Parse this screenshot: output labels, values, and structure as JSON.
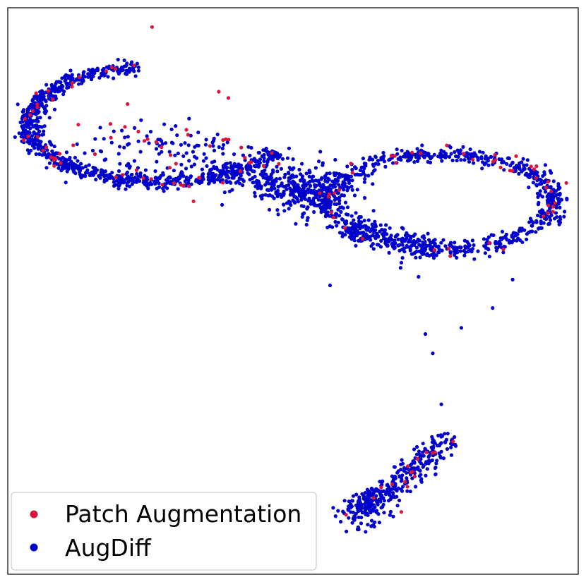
{
  "chart_data": {
    "type": "scatter",
    "title": "",
    "xlabel": "",
    "ylabel": "",
    "axes_ticks": "none",
    "grid": false,
    "xlim": [
      0,
      100
    ],
    "ylim": [
      0,
      100
    ],
    "legend": {
      "placement": "bottom-left",
      "entries": [
        {
          "label": "Patch Augmentation",
          "color": "#DC143C"
        },
        {
          "label": "AugDiff",
          "color": "#0000CD"
        }
      ]
    },
    "series": [
      {
        "name": "AugDiff",
        "color": "#0000CD",
        "count": 2600,
        "clusters": [
          {
            "kind": "loop",
            "center": [
              27.0,
              79.5
            ],
            "radius": [
              23.4,
              10.2
            ],
            "arcs": [
              [
                100,
                182
              ],
              [
                182,
                262
              ],
              [
                262,
                330
              ]
            ],
            "jitter": 1.1,
            "points": 820
          },
          {
            "kind": "loop",
            "center": [
              76.0,
              65.8
            ],
            "radius": [
              19.8,
              8.4
            ],
            "arcs": [
              [
                0,
                360
              ]
            ],
            "jitter": 1.2,
            "points": 760
          },
          {
            "kind": "band",
            "from": [
              35.0,
              71.0
            ],
            "to": [
              55.0,
              67.0
            ],
            "spread": 1.3,
            "points": 180
          },
          {
            "kind": "band",
            "from": [
              60.0,
              62.0
            ],
            "to": [
              75.0,
              57.0
            ],
            "spread": 1.2,
            "points": 160
          },
          {
            "kind": "blob",
            "center": [
              52.0,
              68.0
            ],
            "spread": [
              4.5,
              2.8
            ],
            "points": 200
          },
          {
            "kind": "blob",
            "center": [
              28.0,
              74.0
            ],
            "spread": [
              9.0,
              3.0
            ],
            "points": 120
          },
          {
            "kind": "arc",
            "from": [
              60.5,
              11.5
            ],
            "to": [
              77.0,
              24.0
            ],
            "bend": 3.5,
            "spread": 1.4,
            "points": 300
          },
          {
            "kind": "blob",
            "center": [
              63.0,
              11.0
            ],
            "spread": [
              2.0,
              1.6
            ],
            "points": 60
          }
        ],
        "outliers": [
          [
            73.2,
            42.4
          ],
          [
            79.5,
            43.5
          ],
          [
            85.0,
            47.0
          ],
          [
            76.0,
            30.0
          ],
          [
            74.5,
            39.0
          ],
          [
            69.0,
            55.0
          ],
          [
            61.0,
            58.0
          ],
          [
            56.5,
            51.0
          ],
          [
            88.5,
            52.0
          ],
          [
            72.0,
            52.5
          ]
        ]
      },
      {
        "name": "Patch Augmentation",
        "color": "#DC143C",
        "count": 150,
        "clusters": [
          {
            "kind": "loop",
            "center": [
              27.0,
              79.5
            ],
            "radius": [
              23.4,
              10.2
            ],
            "arcs": [
              [
                100,
                330
              ]
            ],
            "jitter": 1.1,
            "points": 40
          },
          {
            "kind": "loop",
            "center": [
              76.0,
              65.8
            ],
            "radius": [
              19.8,
              8.4
            ],
            "arcs": [
              [
                0,
                360
              ]
            ],
            "jitter": 1.2,
            "points": 45
          },
          {
            "kind": "blob",
            "center": [
              30.0,
              76.0
            ],
            "spread": [
              10.0,
              5.0
            ],
            "points": 30
          },
          {
            "kind": "arc",
            "from": [
              60.5,
              11.5
            ],
            "to": [
              77.0,
              24.0
            ],
            "bend": 3.5,
            "spread": 1.4,
            "points": 15
          }
        ],
        "outliers": [
          [
            25.3,
            96.6
          ],
          [
            21.0,
            83.0
          ],
          [
            69.0,
            11.0
          ],
          [
            18.0,
            79.5
          ]
        ]
      }
    ]
  }
}
